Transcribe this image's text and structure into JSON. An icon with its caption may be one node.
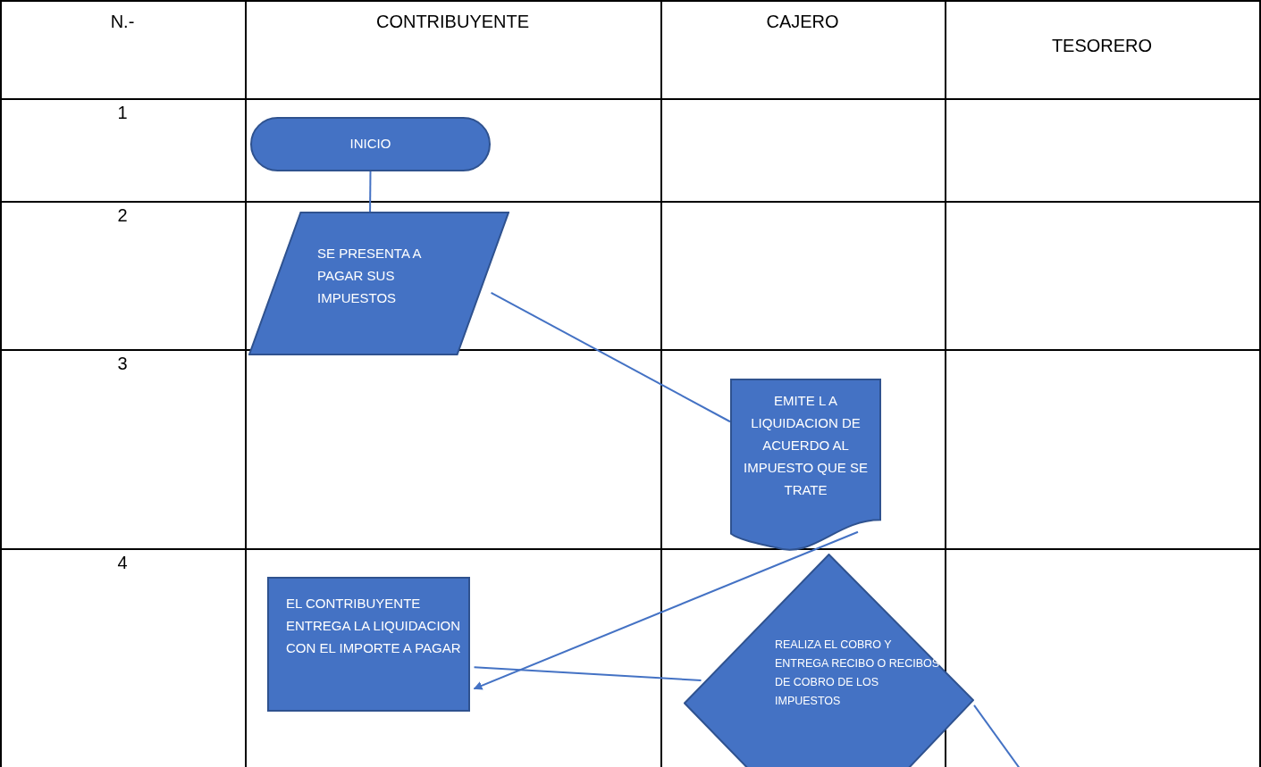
{
  "diagram": {
    "nodes": [
      {
        "text": [
          "INICIO"
        ]
      },
      {
        "text": [
          "SE PRESENTA A PAGAR SUS IMPUESTOS"
        ]
      },
      {
        "text": [
          "EMITE L A LIQUIDACION DE ACUERDO AL IMPUESTO QUE SE TRATE"
        ]
      },
      {
        "text": [
          "EL CONTRIBUYENTE ENTREGA LA LIQUIDACION CON EL IMPORTE A PAGAR"
        ]
      },
      {
        "text": [
          "REALIZA EL COBRO Y ENTREGA RECIBO O RECIBOS DE COBRO DE LOS IMPUESTOS"
        ]
      }
    ],
    "edges": [
      {
        "from": 0,
        "to": 1,
        "arrow": "none"
      },
      {
        "from": 1,
        "to": 2,
        "arrow": "none"
      },
      {
        "from": 2,
        "to": 3,
        "arrow": "to"
      },
      {
        "from": 3,
        "to": 4,
        "arrow": "none"
      },
      {
        "from": 4,
        "to": null,
        "arrow": "none"
      }
    ],
    "labels": [
      "N.-",
      "CONTRIBUYENTE",
      "CAJERO",
      "TESORERO",
      "1",
      "2",
      "3",
      "4"
    ]
  }
}
